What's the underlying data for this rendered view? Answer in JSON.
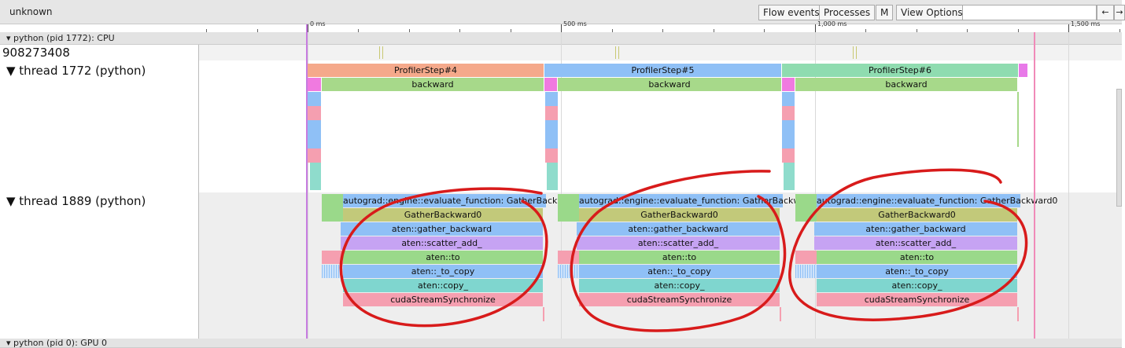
{
  "header": {
    "title": "unknown",
    "buttons": [
      "Flow events",
      "Processes",
      "M",
      "View Options"
    ],
    "nav_prev": "←",
    "nav_next": "→"
  },
  "ruler": {
    "labels": [
      "0 ms",
      "500 ms",
      "1,000 ms",
      "1,500 ms"
    ]
  },
  "processes": {
    "cpu": "▾ python (pid 1772): CPU",
    "gpu": "▾ python (pid 0): GPU 0"
  },
  "counter": {
    "value": "908273408"
  },
  "threads": {
    "t1772": "▼  thread 1772 (python)",
    "t1889": "▼  thread 1889 (python)"
  },
  "slices": {
    "step4": "ProfilerStep#4",
    "step5": "ProfilerStep#5",
    "step6": "ProfilerStep#6",
    "backward": "backward",
    "autograd": "autograd::engine::evaluate_function: GatherBackward0",
    "gather_bw0": "GatherBackward0",
    "gather_backward": "aten::gather_backward",
    "scatter_add": "aten::scatter_add_",
    "to": "aten::to",
    "to_copy": "aten::_to_copy",
    "copy": "aten::copy_",
    "sync": "cudaStreamSynchronize"
  },
  "colors": {
    "step4": "#f5a98b",
    "step5": "#8fc0f6",
    "step6": "#8fdcb0",
    "backward": "#a7d98a",
    "autograd": "#8fc0f6",
    "gather_bw0": "#c2c97a",
    "gather_backward": "#8fc0f6",
    "scatter_add": "#c6a3f3",
    "to": "#9ad98a",
    "to_copy": "#8fc0f6",
    "copy": "#7fd6cf",
    "sync": "#f59fb0",
    "annotation": "#d81b1b",
    "cursor": "#c77ce0",
    "marker": "#f08ab8"
  }
}
